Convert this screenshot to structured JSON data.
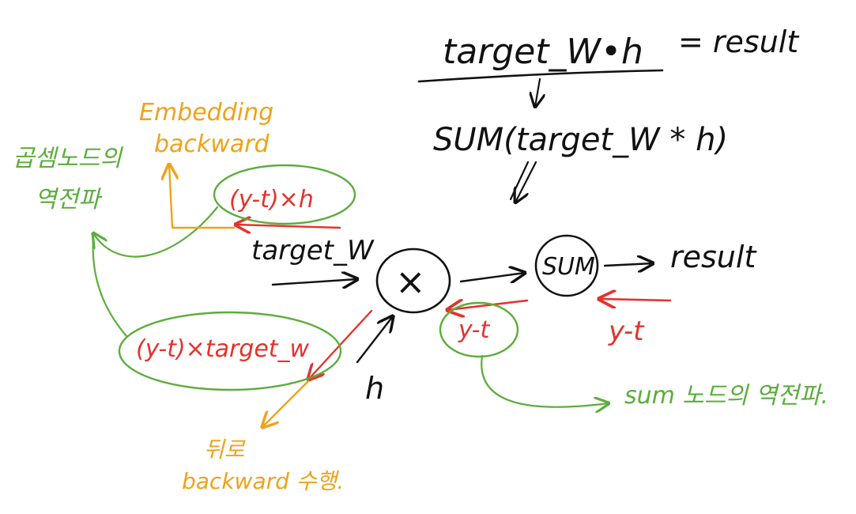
{
  "equations": {
    "numerator": "target_W•h",
    "equals_result": "= result",
    "sum_expression": "SUM(target_W * h)"
  },
  "nodes": {
    "multiply_symbol": "×",
    "sum_label": "SUM"
  },
  "inputs": {
    "target_w": "target_W",
    "h": "h"
  },
  "output": {
    "result": "result"
  },
  "gradients": {
    "incoming": "y-t",
    "sum_backward": "y-t",
    "grad_h": "(y-t)×h",
    "grad_target_w": "(y-t)×target_w"
  },
  "notes": {
    "embedding_backward_line1": "Embedding",
    "embedding_backward_line2": "backward",
    "multiply_backprop_line1": "곱셈노드의",
    "multiply_backprop_line2": "역전파",
    "sum_node_backprop": "sum 노드의 역전파.",
    "upstream_backward_line1": "뒤로",
    "upstream_backward_line2": "backward 수행."
  },
  "colors": {
    "ink": "#111111",
    "gradient": "#e4332b",
    "annotation": "#5cad3c",
    "embedding": "#f0a21a"
  }
}
